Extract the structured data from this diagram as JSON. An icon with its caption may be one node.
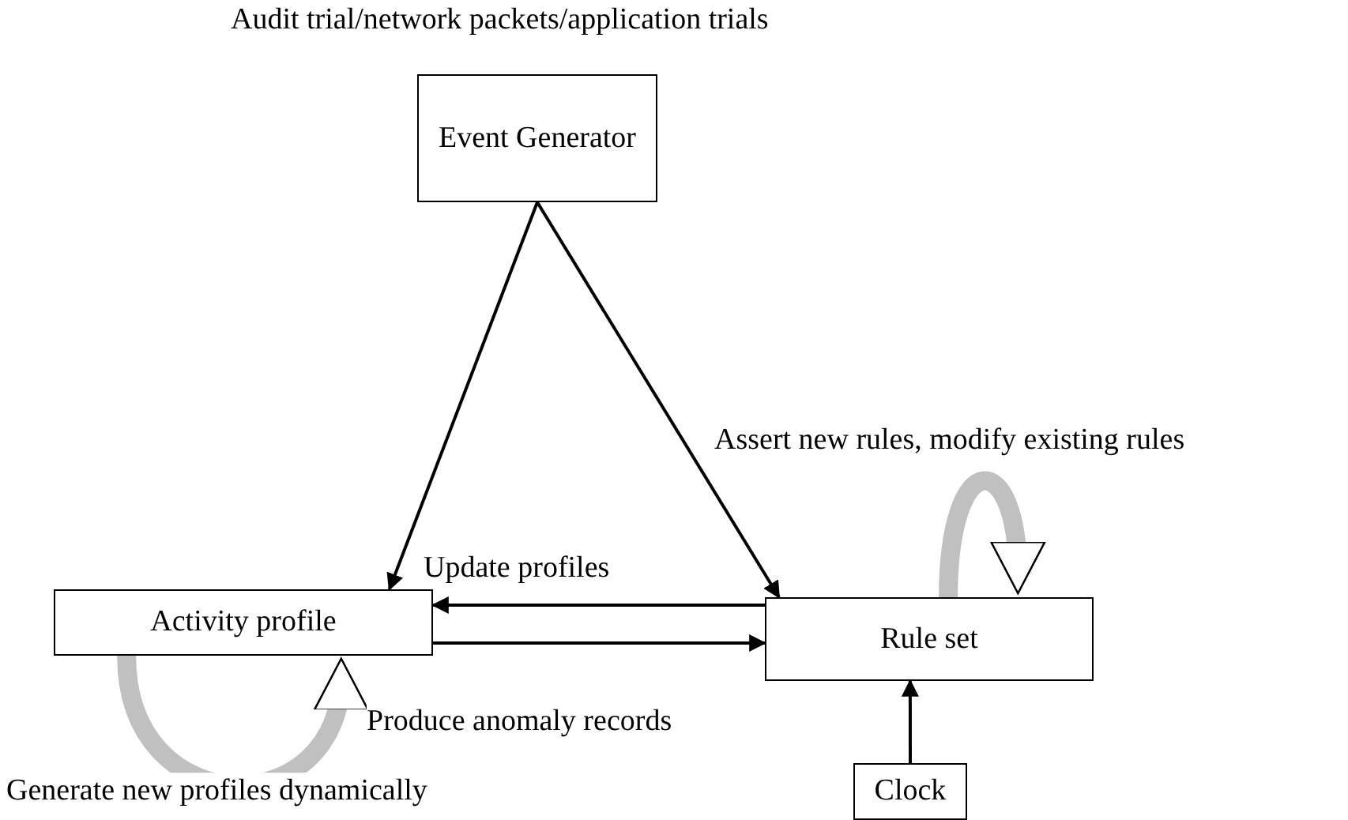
{
  "diagram": {
    "nodes": [
      {
        "text": [
          "Event Generator"
        ],
        "beside": [
          "Audit trial/network packets/application trials"
        ]
      },
      {
        "text": [
          "Activity profile"
        ]
      },
      {
        "text": [
          "Rule set"
        ]
      },
      {
        "text": [
          "Clock"
        ]
      }
    ],
    "edges": [
      {
        "from": 0,
        "to": 1,
        "arrow": "to",
        "label": "Update profiles"
      },
      {
        "from": 0,
        "to": 2,
        "arrow": "to",
        "label": "Assert new rules, modify existing rules"
      },
      {
        "from": 2,
        "to": 1,
        "arrow": "to"
      },
      {
        "from": 1,
        "to": 2,
        "arrow": "to",
        "label": "Produce anomaly records"
      },
      {
        "from": 3,
        "to": 2,
        "arrow": "to"
      },
      {
        "from": 2,
        "to": 2,
        "arrow": "to",
        "style": "thick",
        "color": "#c0c0c0"
      },
      {
        "from": 1,
        "to": 1,
        "arrow": "to",
        "style": "thick",
        "color": "#c0c0c0",
        "label": "Generate new profiles dynamically"
      }
    ]
  }
}
